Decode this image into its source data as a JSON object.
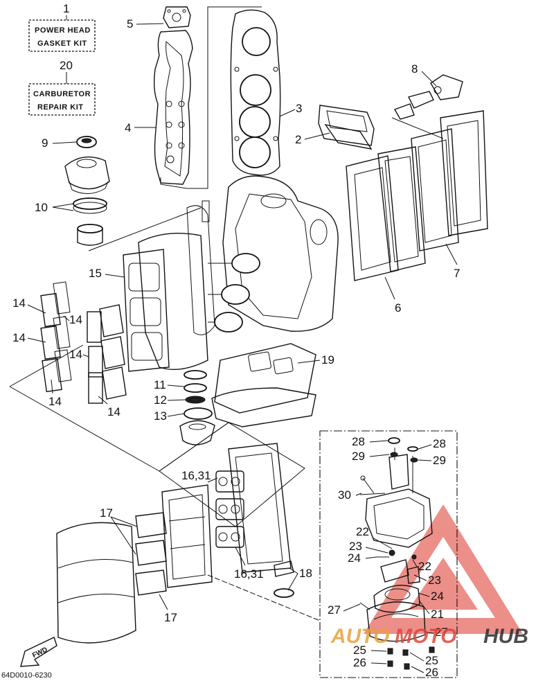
{
  "kits": {
    "power_head": {
      "number": "1",
      "line1": "POWER HEAD",
      "line2": "GASKET KIT"
    },
    "carburetor": {
      "number": "20",
      "line1": "CARBURETOR",
      "line2": "REPAIR KIT"
    }
  },
  "callouts": {
    "c2": "2",
    "c3": "3",
    "c4": "4",
    "c5": "5",
    "c6": "6",
    "c7": "7",
    "c8": "8",
    "c9": "9",
    "c10": "10",
    "c11": "11",
    "c12": "12",
    "c13": "13",
    "c14a": "14",
    "c14b": "14",
    "c14c": "14",
    "c14d": "14",
    "c14e": "14",
    "c14f": "14",
    "c15": "15",
    "c16a": "16,31",
    "c16b": "16,31",
    "c17a": "17",
    "c17b": "17",
    "c18": "18",
    "c19": "19",
    "c21": "21",
    "c22a": "22",
    "c22b": "22",
    "c23a": "23",
    "c23b": "23",
    "c24a": "24",
    "c24b": "24",
    "c25a": "25",
    "c25b": "25",
    "c26a": "26",
    "c26b": "26",
    "c27a": "27",
    "c27b": "27",
    "c28a": "28",
    "c28b": "28",
    "c29a": "29",
    "c29b": "29",
    "c30": "30"
  },
  "direction": "FWD",
  "drawing_number": "64D0010-6230",
  "watermark": {
    "part1": "AUTO",
    "part2": "MOTO",
    "part3": "HUB",
    "color_red": "#e0463c",
    "color_orange": "#e8a23a",
    "color_dark": "#2d2d2d"
  }
}
